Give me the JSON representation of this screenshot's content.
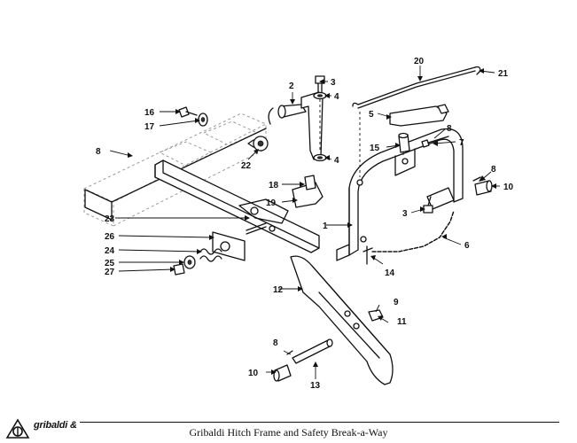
{
  "caption": "Gribaldi Hitch Frame and Safety Break-a-Way",
  "logo_text": "gribaldi &",
  "callouts": {
    "c1": "1",
    "c2": "2",
    "c3a": "3",
    "c3b": "3",
    "c4a": "4",
    "c4b": "4",
    "c5": "5",
    "c6": "6",
    "c7": "7",
    "c8a": "8",
    "c8b": "8",
    "c8c": "8",
    "c8d": "8",
    "c9": "9",
    "c10a": "10",
    "c10b": "10",
    "c11": "11",
    "c12": "12",
    "c13": "13",
    "c14": "14",
    "c15": "15",
    "c16": "16",
    "c17": "17",
    "c18": "18",
    "c19": "19",
    "c20": "20",
    "c21": "21",
    "c22": "22",
    "c23": "23",
    "c24": "24",
    "c25": "25",
    "c26": "26",
    "c27": "27"
  }
}
